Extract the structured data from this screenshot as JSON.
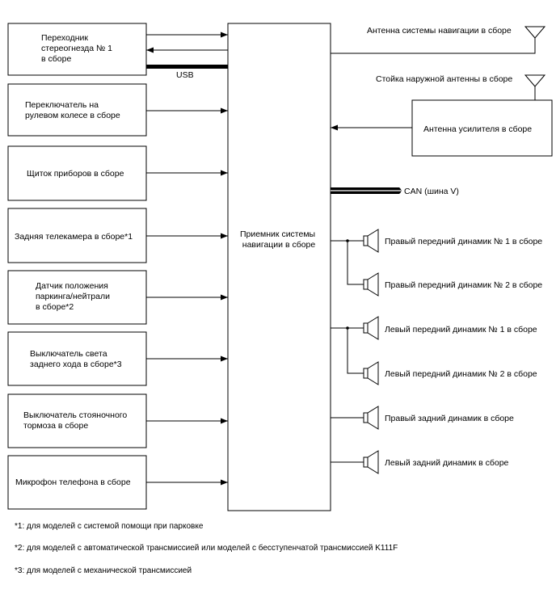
{
  "center_unit": {
    "lines": [
      "Приемник системы",
      "навигации в сборе"
    ]
  },
  "left_components": [
    {
      "lines": [
        "Переходник",
        "стереогнезда № 1",
        "в сборе"
      ]
    },
    {
      "lines": [
        "Переключатель на",
        "рулевом колесе в сборе"
      ]
    },
    {
      "lines": [
        "Щиток приборов в сборе"
      ]
    },
    {
      "lines": [
        "Задняя телекамера в сборе*1"
      ]
    },
    {
      "lines": [
        "Датчик положения",
        "паркинга/нейтрали",
        "в сборе*2"
      ]
    },
    {
      "lines": [
        "Выключатель света",
        "заднего хода в сборе*3"
      ]
    },
    {
      "lines": [
        "Выключатель стояночного",
        "тормоза в сборе"
      ]
    },
    {
      "lines": [
        "Микрофон телефона в сборе"
      ]
    }
  ],
  "usb_label": "USB",
  "nav_antenna_label": "Антенна системы навигации в сборе",
  "outer_antenna_label": "Стойка наружной антенны в сборе",
  "amp_antenna_label": "Антенна усилителя в сборе",
  "can_label": "CAN (шина V)",
  "speakers": [
    "Правый передний динамик № 1 в сборе",
    "Правый передний динамик № 2 в сборе",
    "Левый передний динамик № 1 в сборе",
    "Левый передний динамик № 2 в сборе",
    "Правый задний динамик в сборе",
    "Левый задний динамик в сборе"
  ],
  "footnotes": [
    "*1: для моделей с системой помощи при парковке",
    "*2: для моделей с автоматической трансмиссией или моделей с бесступенчатой трансмиссией K111F",
    "*3: для моделей с механической трансмиссией"
  ]
}
